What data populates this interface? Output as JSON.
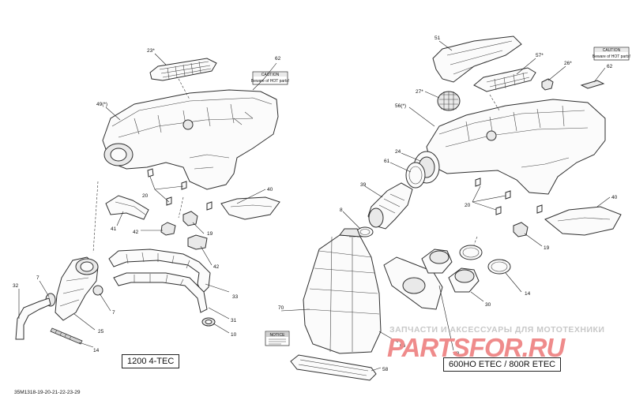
{
  "diagram": {
    "models": {
      "left": "1200 4-TEC",
      "right": "600HO ETEC / 800R ETEC"
    },
    "reference": "35M1318-19-20-21-22-23-29",
    "watermark": {
      "top_line": "ЗАПЧАСТИ И АКСЕССУАРЫ ДЛЯ МОТОТЕХНИКИ",
      "logo": "PARTSFOR.RU"
    },
    "caution_label": {
      "heading": "CAUTION",
      "text": "Beware of HOT parts!"
    },
    "notice_label": {
      "heading": "NOTICE"
    },
    "callouts": {
      "l23": "23*",
      "l62": "62",
      "l49": "49(*)",
      "l20": "20",
      "l40": "40",
      "l41": "41",
      "l42a": "42",
      "l19": "19",
      "l42b": "42",
      "l33": "33",
      "l7a": "7",
      "l32": "32",
      "l7b": "7",
      "l31": "31",
      "l25": "25",
      "l10": "10",
      "l14": "14",
      "r51": "51",
      "r57": "57*",
      "r26": "26*",
      "r62": "62",
      "r27": "27*",
      "r56": "56(*)",
      "r24": "24",
      "r61": "61",
      "r39": "39",
      "r20": "20",
      "r40": "40",
      "r8": "8",
      "r19": "19",
      "r70": "70",
      "r30": "30",
      "r14": "14",
      "r66": "66",
      "r58": "58",
      "r28": "28"
    }
  }
}
